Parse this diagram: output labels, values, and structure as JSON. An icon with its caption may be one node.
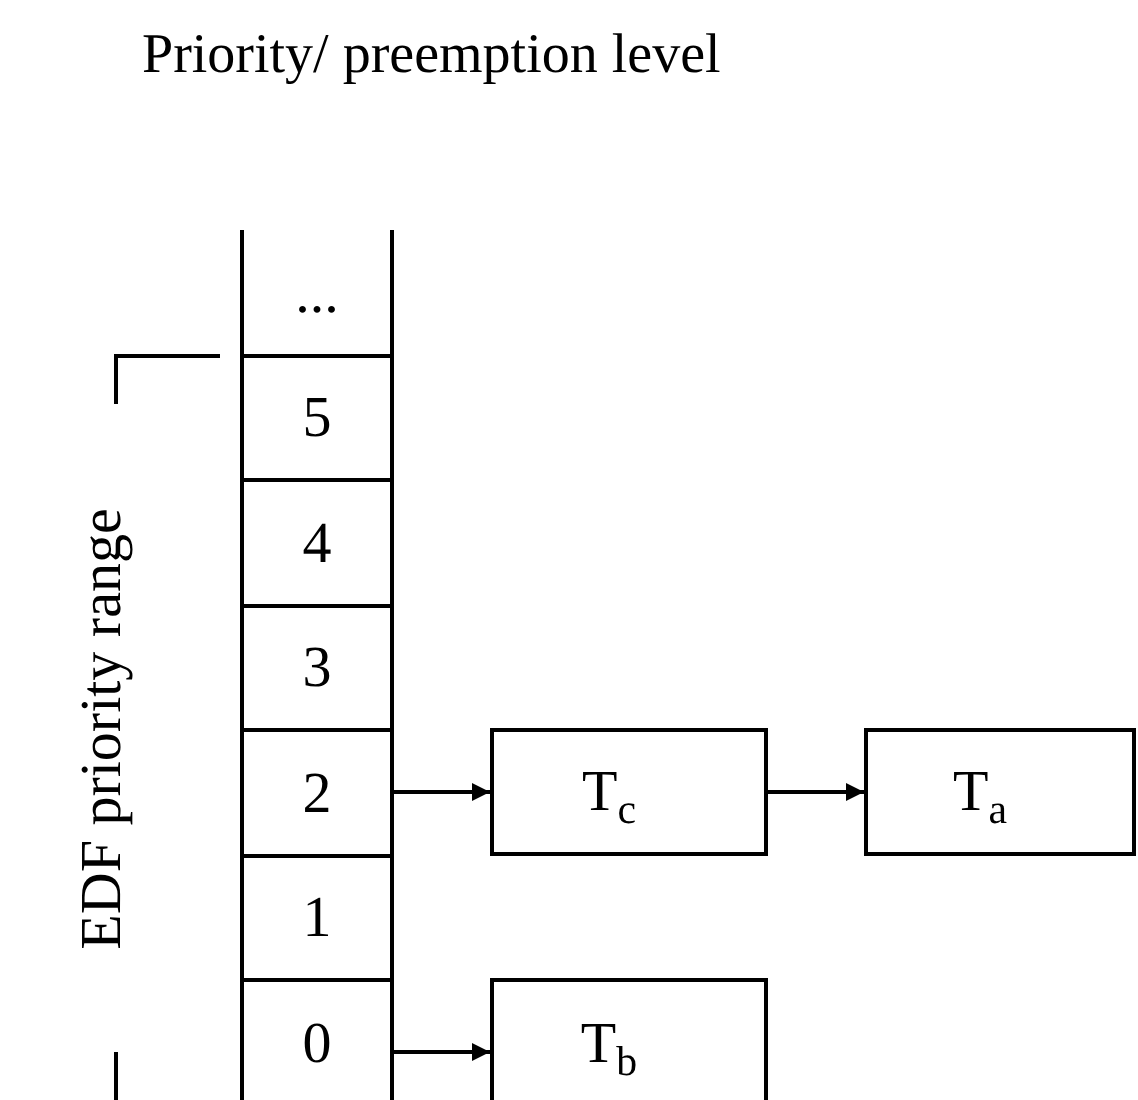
{
  "diagram": {
    "title": "Priority/ preemption level",
    "nodes": [
      {
        "text": [
          "..."
        ]
      },
      {
        "text": [
          "5"
        ]
      },
      {
        "text": [
          "4"
        ]
      },
      {
        "text": [
          "3"
        ]
      },
      {
        "text": [
          "2"
        ]
      },
      {
        "text": [
          "1"
        ]
      },
      {
        "text": [
          "0"
        ]
      },
      {
        "text": [
          "T$_{c}$"
        ]
      },
      {
        "text": [
          "T$_{a}$"
        ]
      },
      {
        "text": [
          "T$_{b}$"
        ]
      }
    ],
    "edges": [
      {
        "from": 4,
        "to": 7,
        "arrow": "to"
      },
      {
        "from": 7,
        "to": 8,
        "arrow": "to"
      },
      {
        "from": 6,
        "to": 9,
        "arrow": "to"
      }
    ],
    "labels": [
      "EDF priority range"
    ]
  }
}
